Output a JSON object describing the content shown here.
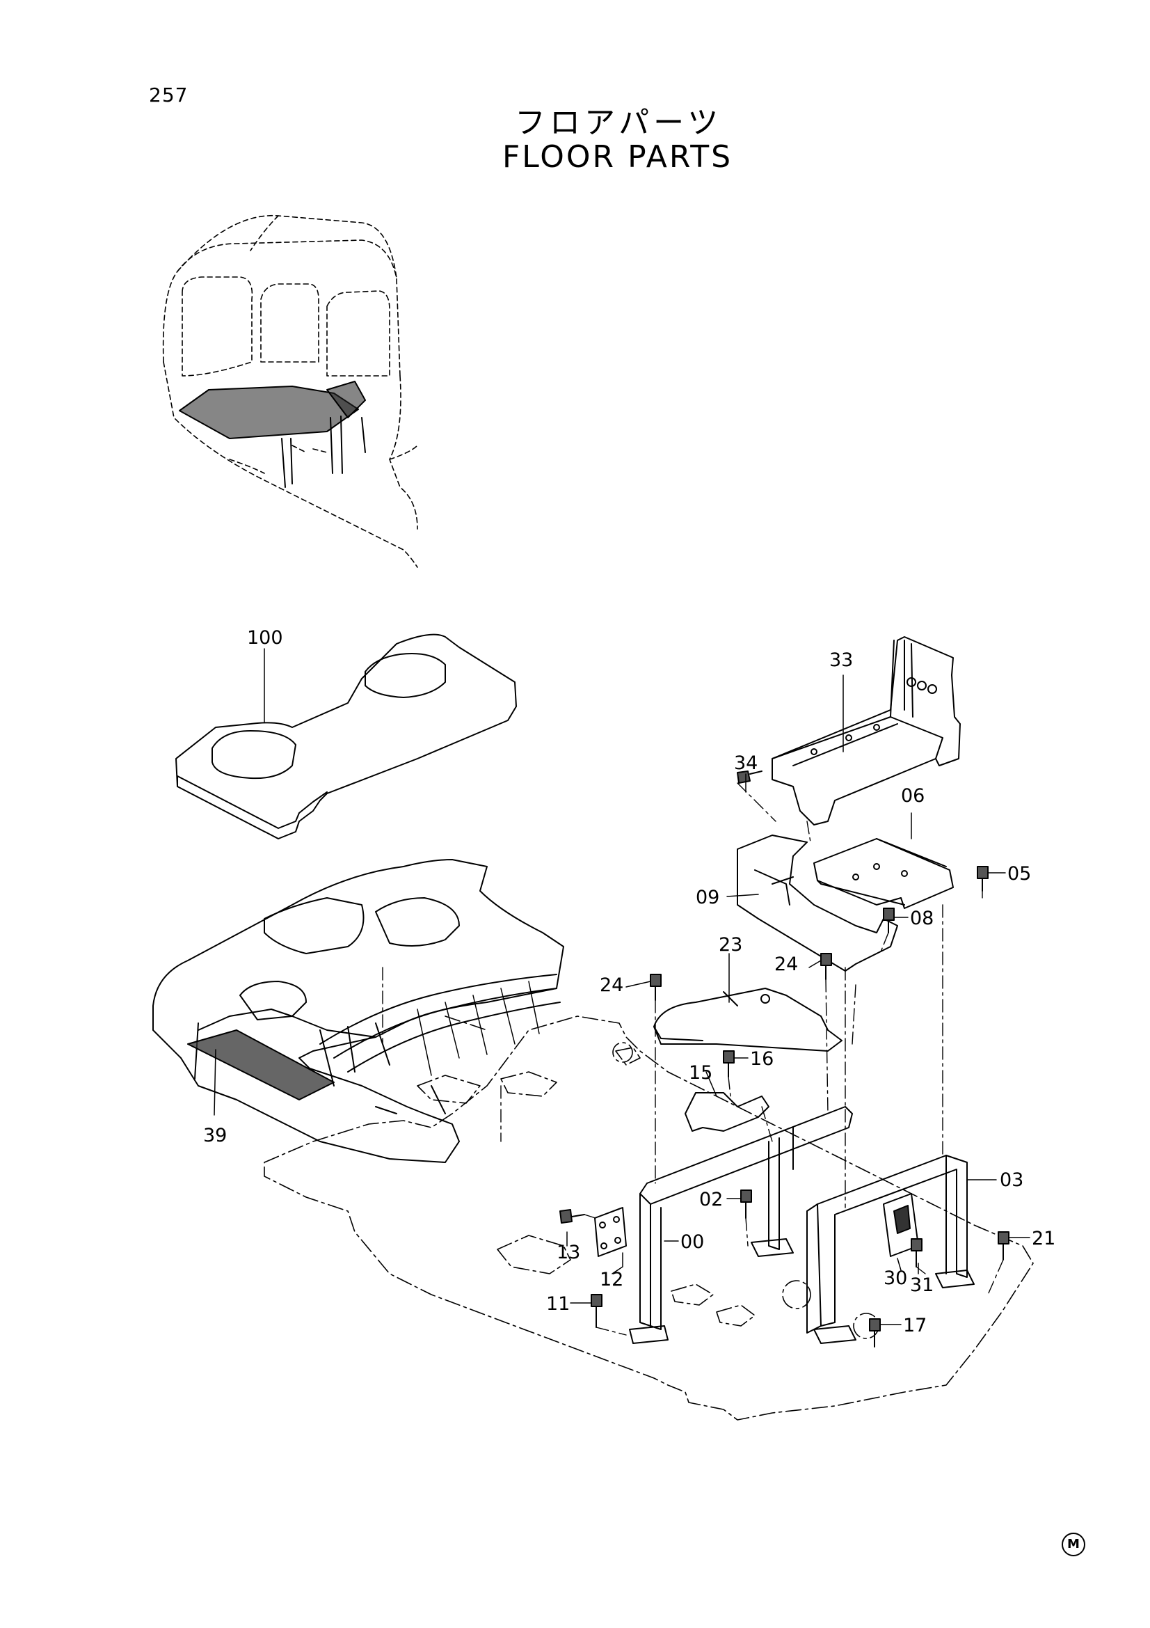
{
  "page_number": "257",
  "title_jp": "フロアパーツ",
  "title_en": "FLOOR PARTS",
  "footer_mark": "M",
  "callouts": [
    {
      "id": "c100",
      "text": "100"
    },
    {
      "id": "c39",
      "text": "39"
    },
    {
      "id": "c33",
      "text": "33"
    },
    {
      "id": "c34",
      "text": "34"
    },
    {
      "id": "c06",
      "text": "06"
    },
    {
      "id": "c05",
      "text": "05"
    },
    {
      "id": "c09",
      "text": "09"
    },
    {
      "id": "c08",
      "text": "08"
    },
    {
      "id": "c23",
      "text": "23"
    },
    {
      "id": "c24a",
      "text": "24"
    },
    {
      "id": "c24b",
      "text": "24"
    },
    {
      "id": "c15",
      "text": "15"
    },
    {
      "id": "c16",
      "text": "16"
    },
    {
      "id": "c02",
      "text": "02"
    },
    {
      "id": "c03",
      "text": "03"
    },
    {
      "id": "c13",
      "text": "13"
    },
    {
      "id": "c00",
      "text": "00"
    },
    {
      "id": "c12",
      "text": "12"
    },
    {
      "id": "c11",
      "text": "11"
    },
    {
      "id": "c21",
      "text": "21"
    },
    {
      "id": "c30",
      "text": "30"
    },
    {
      "id": "c31",
      "text": "31"
    },
    {
      "id": "c17",
      "text": "17"
    }
  ]
}
